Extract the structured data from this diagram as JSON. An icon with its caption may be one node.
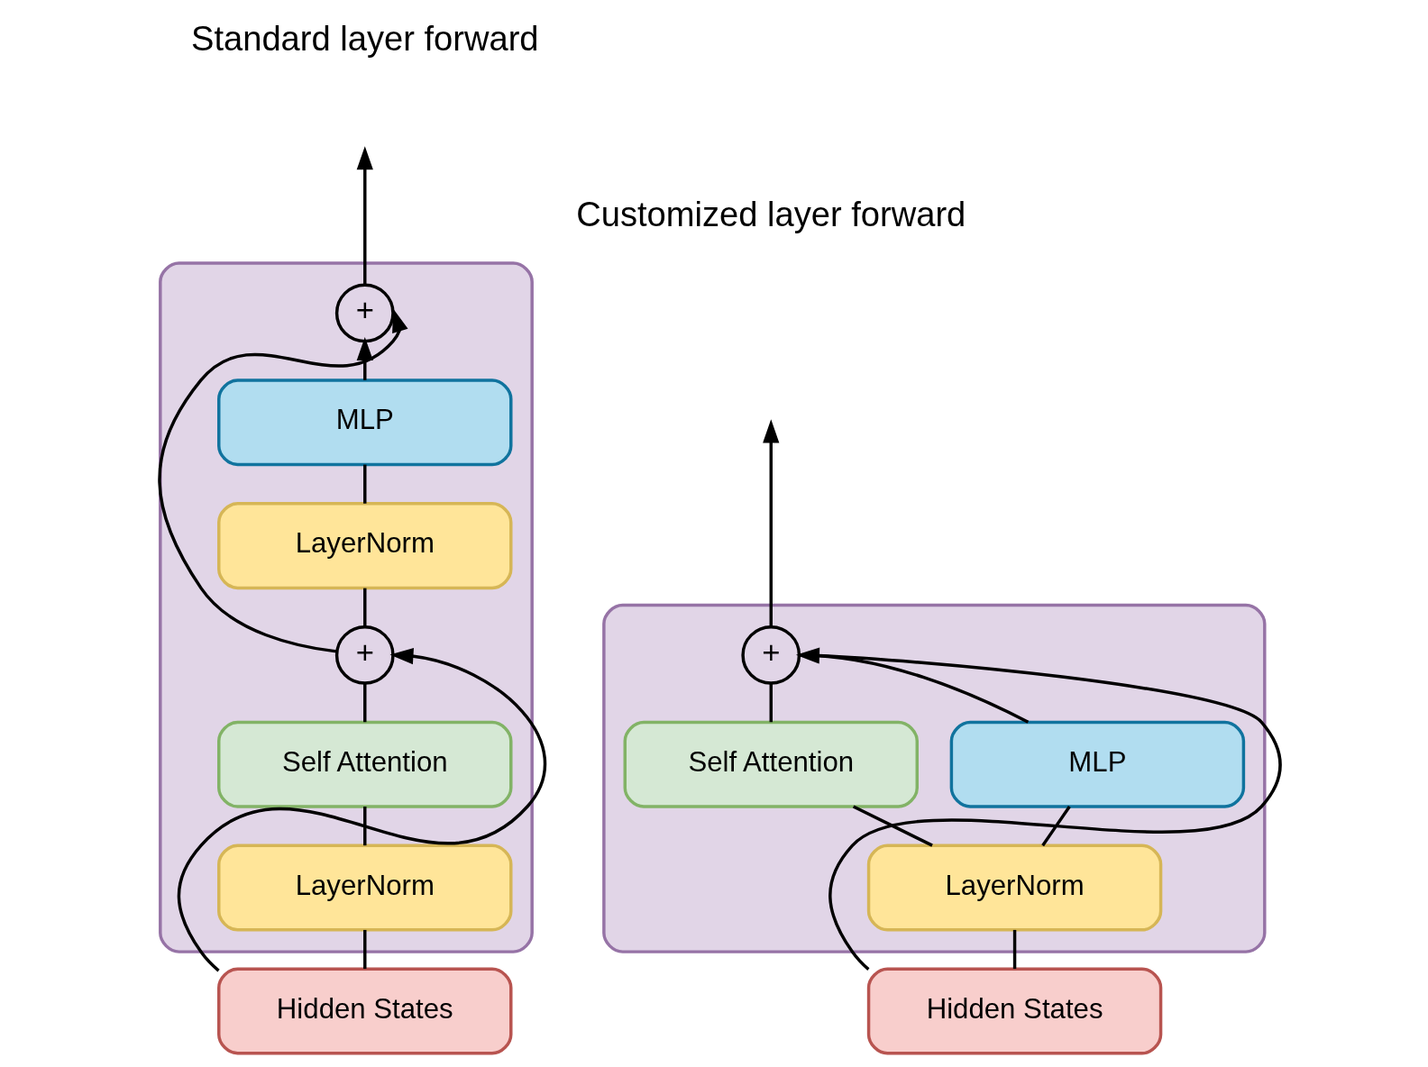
{
  "diagram": {
    "nodes": [
      {
        "text": [],
        "shape": "box"
      },
      {
        "text": [
          "+"
        ],
        "in": 0
      },
      {
        "text": [
          "MLP"
        ],
        "in": 0
      },
      {
        "text": [
          "LayerNorm"
        ],
        "in": 0
      },
      {
        "text": [
          "+"
        ],
        "in": 0
      },
      {
        "text": [
          "Self Attention"
        ],
        "in": 0
      },
      {
        "text": [
          "LayerNorm"
        ],
        "in": 0
      },
      {
        "text": [
          "Hidden States"
        ]
      },
      {
        "text": [],
        "shape": "box"
      },
      {
        "text": [
          "+"
        ],
        "in": 8
      },
      {
        "text": [
          "Self Attention"
        ],
        "in": 8
      },
      {
        "text": [
          "MLP"
        ],
        "in": 8
      },
      {
        "text": [
          "LayerNorm"
        ],
        "in": 8
      },
      {
        "text": [
          "Hidden States"
        ]
      }
    ],
    "edges": [
      {
        "from": 7,
        "to": 6,
        "arrow": "none"
      },
      {
        "from": 6,
        "to": 5,
        "arrow": "none"
      },
      {
        "from": 5,
        "to": 4,
        "arrow": "none"
      },
      {
        "from": 7,
        "to": 4,
        "arrow": "to"
      },
      {
        "from": 4,
        "to": 3,
        "arrow": "none"
      },
      {
        "from": 3,
        "to": 2,
        "arrow": "none"
      },
      {
        "from": 2,
        "to": 1,
        "arrow": "to"
      },
      {
        "from": 4,
        "to": 1,
        "arrow": "to"
      },
      {
        "from": 1,
        "to": null,
        "arrow": "to"
      },
      {
        "from": 13,
        "to": 12,
        "arrow": "none"
      },
      {
        "from": 12,
        "to": 10,
        "arrow": "none"
      },
      {
        "from": 12,
        "to": 11,
        "arrow": "none"
      },
      {
        "from": 10,
        "to": 9,
        "arrow": "none"
      },
      {
        "from": 11,
        "to": 9,
        "arrow": "none"
      },
      {
        "from": 13,
        "to": 9,
        "arrow": "to"
      },
      {
        "from": 9,
        "to": null,
        "arrow": "to"
      }
    ],
    "labels": [
      "Standard layer forward",
      "Customized layer forward"
    ]
  }
}
